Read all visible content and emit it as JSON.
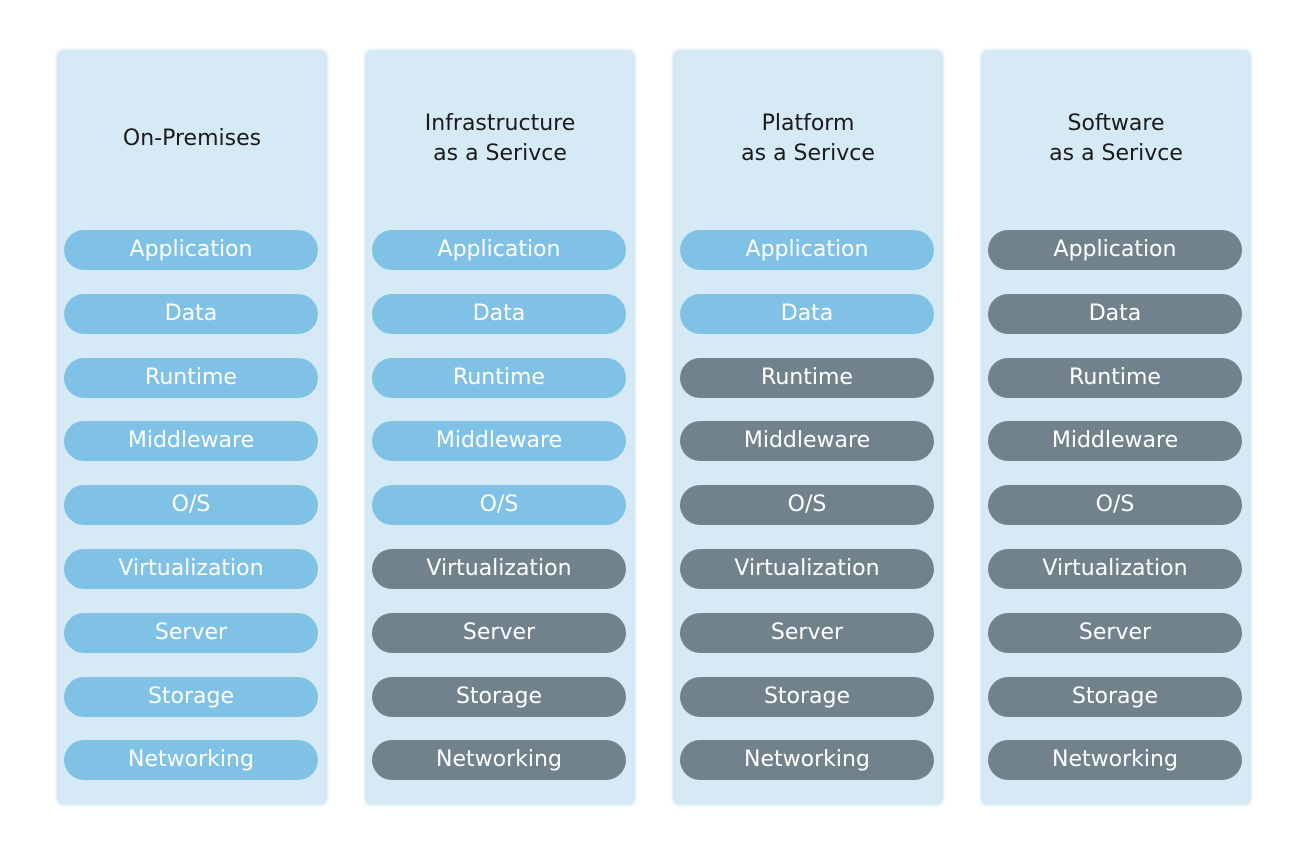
{
  "colors": {
    "column_bg": "#d6eaf5",
    "you_manage": "#7fc2e6",
    "vendor_managed": "#72828d"
  },
  "columns": [
    {
      "title_lines": [
        "On-Premises"
      ],
      "layers": [
        {
          "label": "Application",
          "managed_by": "you"
        },
        {
          "label": "Data",
          "managed_by": "you"
        },
        {
          "label": "Runtime",
          "managed_by": "you"
        },
        {
          "label": "Middleware",
          "managed_by": "you"
        },
        {
          "label": "O/S",
          "managed_by": "you"
        },
        {
          "label": "Virtualization",
          "managed_by": "you"
        },
        {
          "label": "Server",
          "managed_by": "you"
        },
        {
          "label": "Storage",
          "managed_by": "you"
        },
        {
          "label": "Networking",
          "managed_by": "you"
        }
      ]
    },
    {
      "title_lines": [
        "Infrastructure",
        "as a Serivce"
      ],
      "layers": [
        {
          "label": "Application",
          "managed_by": "you"
        },
        {
          "label": "Data",
          "managed_by": "you"
        },
        {
          "label": "Runtime",
          "managed_by": "you"
        },
        {
          "label": "Middleware",
          "managed_by": "you"
        },
        {
          "label": "O/S",
          "managed_by": "you"
        },
        {
          "label": "Virtualization",
          "managed_by": "vendor"
        },
        {
          "label": "Server",
          "managed_by": "vendor"
        },
        {
          "label": "Storage",
          "managed_by": "vendor"
        },
        {
          "label": "Networking",
          "managed_by": "vendor"
        }
      ]
    },
    {
      "title_lines": [
        "Platform",
        "as a Serivce"
      ],
      "layers": [
        {
          "label": "Application",
          "managed_by": "you"
        },
        {
          "label": "Data",
          "managed_by": "you"
        },
        {
          "label": "Runtime",
          "managed_by": "vendor"
        },
        {
          "label": "Middleware",
          "managed_by": "vendor"
        },
        {
          "label": "O/S",
          "managed_by": "vendor"
        },
        {
          "label": "Virtualization",
          "managed_by": "vendor"
        },
        {
          "label": "Server",
          "managed_by": "vendor"
        },
        {
          "label": "Storage",
          "managed_by": "vendor"
        },
        {
          "label": "Networking",
          "managed_by": "vendor"
        }
      ]
    },
    {
      "title_lines": [
        "Software",
        "as a Serivce"
      ],
      "layers": [
        {
          "label": "Application",
          "managed_by": "vendor"
        },
        {
          "label": "Data",
          "managed_by": "vendor"
        },
        {
          "label": "Runtime",
          "managed_by": "vendor"
        },
        {
          "label": "Middleware",
          "managed_by": "vendor"
        },
        {
          "label": "O/S",
          "managed_by": "vendor"
        },
        {
          "label": "Virtualization",
          "managed_by": "vendor"
        },
        {
          "label": "Server",
          "managed_by": "vendor"
        },
        {
          "label": "Storage",
          "managed_by": "vendor"
        },
        {
          "label": "Networking",
          "managed_by": "vendor"
        }
      ]
    }
  ]
}
